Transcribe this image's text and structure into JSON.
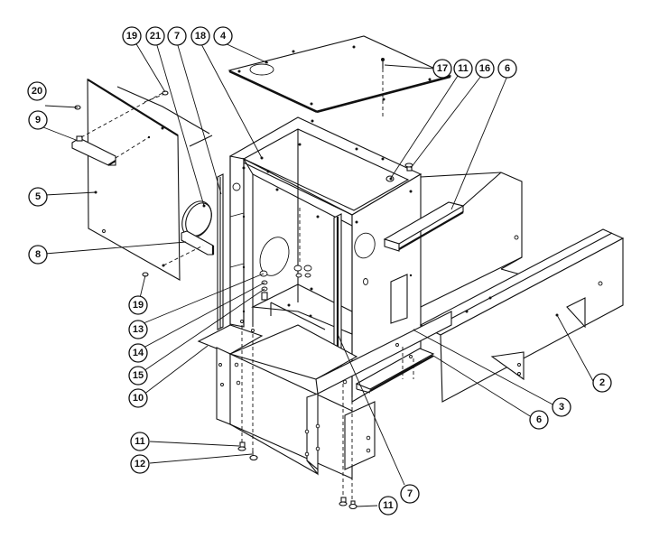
{
  "diagram": {
    "type": "exploded-parts-view",
    "line_color": "#111111",
    "background": "#ffffff",
    "callouts": [
      {
        "id": "c19a",
        "label": "19"
      },
      {
        "id": "c21",
        "label": "21"
      },
      {
        "id": "c7a",
        "label": "7"
      },
      {
        "id": "c18",
        "label": "18"
      },
      {
        "id": "c4",
        "label": "4"
      },
      {
        "id": "c17",
        "label": "17"
      },
      {
        "id": "c11a",
        "label": "11"
      },
      {
        "id": "c16",
        "label": "16"
      },
      {
        "id": "c6a",
        "label": "6"
      },
      {
        "id": "c20",
        "label": "20"
      },
      {
        "id": "c9",
        "label": "9"
      },
      {
        "id": "c5",
        "label": "5"
      },
      {
        "id": "c8",
        "label": "8"
      },
      {
        "id": "c19b",
        "label": "19"
      },
      {
        "id": "c13",
        "label": "13"
      },
      {
        "id": "c14",
        "label": "14"
      },
      {
        "id": "c15",
        "label": "15"
      },
      {
        "id": "c10",
        "label": "10"
      },
      {
        "id": "c2",
        "label": "2"
      },
      {
        "id": "c3",
        "label": "3"
      },
      {
        "id": "c6b",
        "label": "6"
      },
      {
        "id": "c11b",
        "label": "11"
      },
      {
        "id": "c12",
        "label": "12"
      },
      {
        "id": "c7b",
        "label": "7"
      },
      {
        "id": "c11c",
        "label": "11"
      }
    ]
  }
}
